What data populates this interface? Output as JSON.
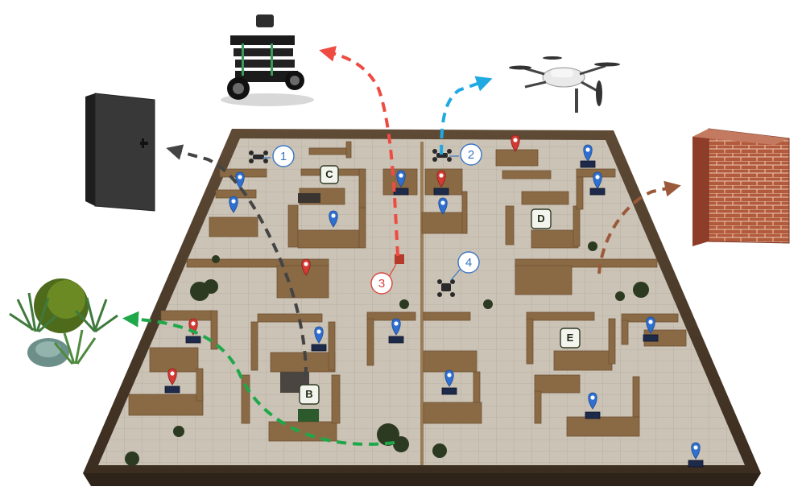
{
  "callouts": {
    "c1": "1",
    "c2": "2",
    "c3": "3",
    "c4": "4"
  },
  "zones": {
    "b": "B",
    "c": "C",
    "d": "D",
    "e": "E"
  },
  "colors": {
    "callout_blue": "#3a76c4",
    "callout_red": "#d9433b",
    "arrow_door": "#444444",
    "arrow_robot": "#ee4b43",
    "arrow_drone": "#21a9e1",
    "arrow_wall": "#9a5a3a",
    "arrow_plants": "#1fa84a",
    "pin_blue": "#2f6fd0",
    "pin_red": "#d23a33",
    "floor": "#c9c1b4",
    "wall_wood": "#8a6a45"
  },
  "objects": {
    "door": "door-icon",
    "robot": "ground-robot-icon",
    "drone": "quadcopter-drone-icon",
    "brick_wall": "brick-wall-icon",
    "plants": "plants-icon"
  }
}
